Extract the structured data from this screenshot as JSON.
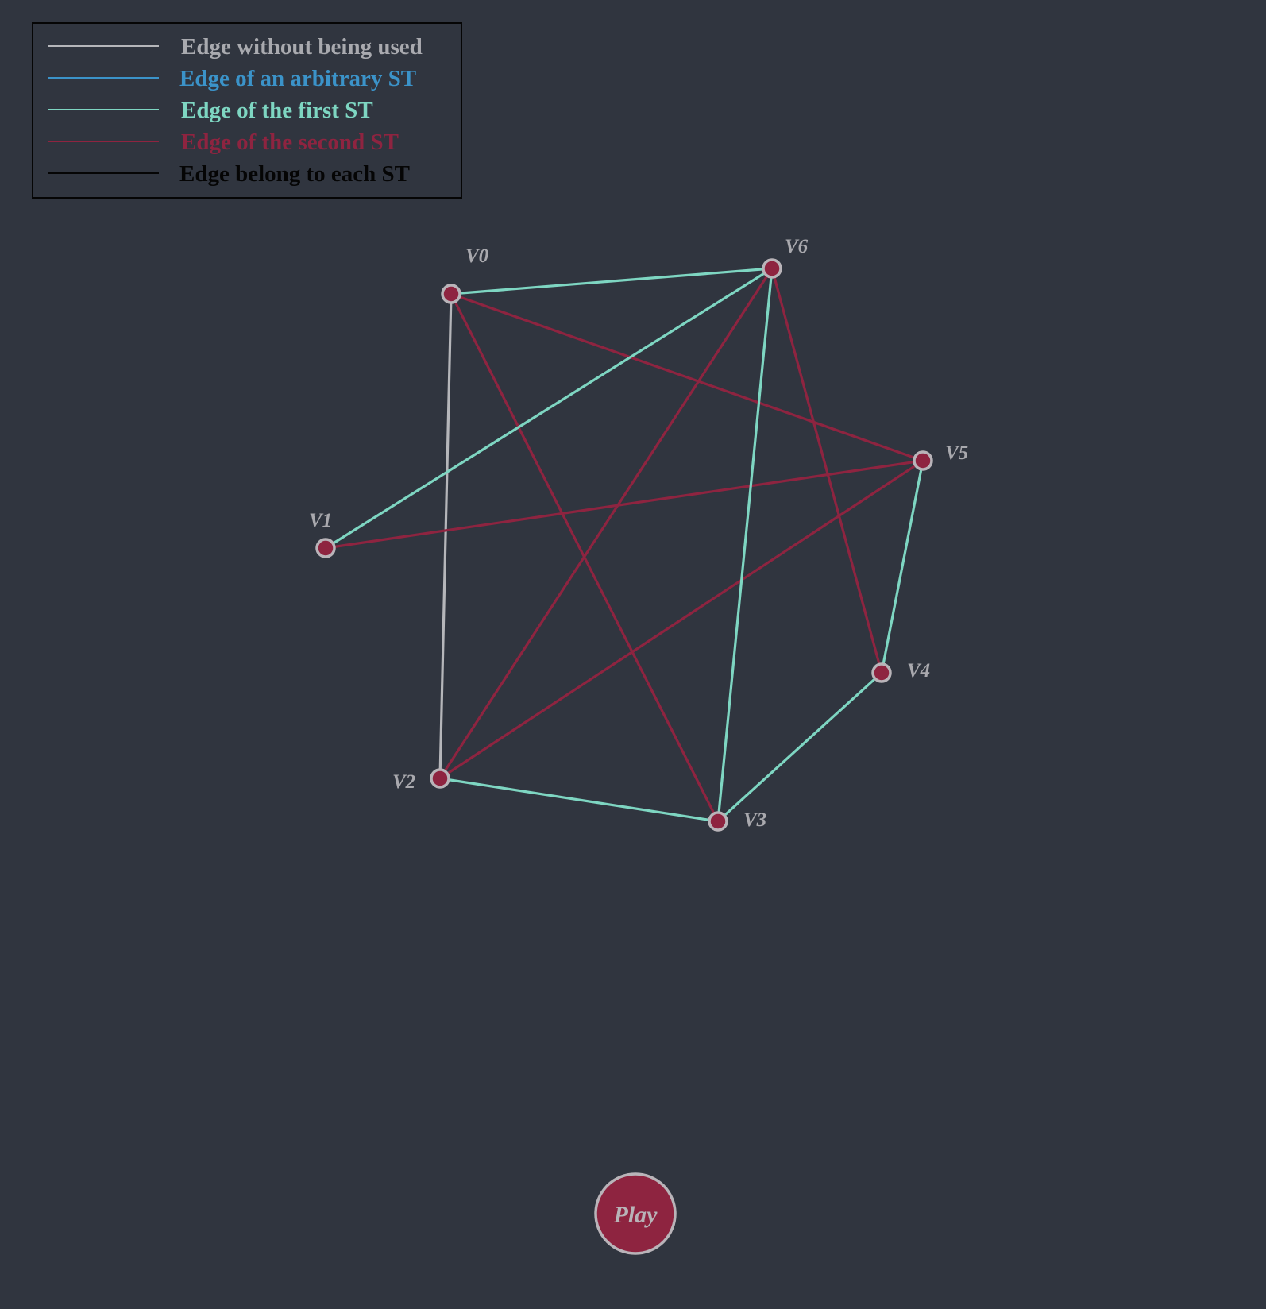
{
  "colors": {
    "background": "#30353f",
    "unused": "#b5b6ba",
    "arbitrary": "#3b93c9",
    "first": "#7ed6c2",
    "second": "#8e2440",
    "each": "#050505",
    "vertex_fill": "#8e2440",
    "vertex_stroke": "#b9b4b9"
  },
  "legend": {
    "items": [
      {
        "key": "unused",
        "label": "Edge without being used",
        "color": "#b5b6ba",
        "text_color": "#a9aaaf"
      },
      {
        "key": "arbitrary",
        "label": "Edge of an arbitrary ST",
        "color": "#3b93c9",
        "text_color": "#3b93c9"
      },
      {
        "key": "first",
        "label": "Edge of the first ST",
        "color": "#7ed6c2",
        "text_color": "#7ed6c2"
      },
      {
        "key": "second",
        "label": "Edge of the second ST",
        "color": "#8e2440",
        "text_color": "#8e2440"
      },
      {
        "key": "each",
        "label": "Edge belong to each ST",
        "color": "#050505",
        "text_color": "#050505"
      }
    ]
  },
  "graph": {
    "vertices": [
      {
        "id": "V0",
        "label": "V0"
      },
      {
        "id": "V1",
        "label": "V1"
      },
      {
        "id": "V2",
        "label": "V2"
      },
      {
        "id": "V3",
        "label": "V3"
      },
      {
        "id": "V4",
        "label": "V4"
      },
      {
        "id": "V5",
        "label": "V5"
      },
      {
        "id": "V6",
        "label": "V6"
      }
    ],
    "edges": [
      {
        "from": "V0",
        "to": "V2",
        "type": "unused"
      },
      {
        "from": "V0",
        "to": "V3",
        "type": "second"
      },
      {
        "from": "V0",
        "to": "V5",
        "type": "second"
      },
      {
        "from": "V1",
        "to": "V5",
        "type": "second"
      },
      {
        "from": "V2",
        "to": "V6",
        "type": "second"
      },
      {
        "from": "V2",
        "to": "V5",
        "type": "second"
      },
      {
        "from": "V6",
        "to": "V4",
        "type": "second"
      },
      {
        "from": "V0",
        "to": "V6",
        "type": "first"
      },
      {
        "from": "V1",
        "to": "V6",
        "type": "first"
      },
      {
        "from": "V3",
        "to": "V6",
        "type": "first"
      },
      {
        "from": "V5",
        "to": "V4",
        "type": "first"
      },
      {
        "from": "V4",
        "to": "V3",
        "type": "first"
      },
      {
        "from": "V2",
        "to": "V3",
        "type": "first"
      }
    ]
  },
  "controls": {
    "play_label": "Play"
  }
}
